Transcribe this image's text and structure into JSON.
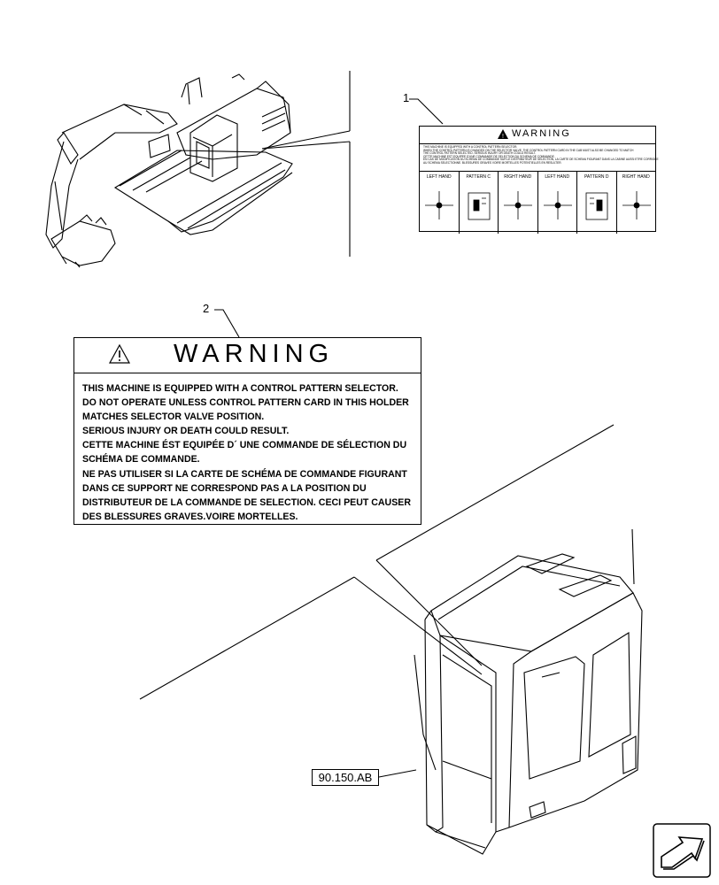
{
  "callouts": [
    {
      "number": "1"
    },
    {
      "number": "2"
    }
  ],
  "decal_1": {
    "title": "WARNING",
    "text_lines": [
      "THIS MACHINE IS EQUIPPED WITH A CONTROL PATTERN SELECTOR.",
      "WHEN THE CONTROL PATTERN IS CHANGED ON THE SELECTOR VALVE, THE CONTROL PATTERN CARD IN THE CAB MUST ALSO BE CHANGED TO MATCH",
      "THE CONTROL PATTERN SELECTED. SERIOUS INJURY OR DEATH COULD RESULT.",
      "CETTE MACHINE EST EQUIPEE D'UNE COMMANDE DE SELECTION DU SCHEMA DE COMMANDE.",
      "EN CAS DE MODIFICATION DU SCHEMA DE COMMANDE SUR LE DISTRIBUTEUR DE SELECTION, LA CARTE DE SCHEMA FIGURANT DANS LA CABINE AUSSI ETRE CORRIGEE",
      "AU SCHEMA SELECTIONNE. BLESSURES GRAVES VOIRE MORTELLES POTENTIELLES EN RESULTER."
    ],
    "patterns": [
      {
        "label": "LEFT HAND"
      },
      {
        "label": "PATTERN C"
      },
      {
        "label": "RIGHT HAND"
      },
      {
        "label": "LEFT HAND"
      },
      {
        "label": "PATTERN D"
      },
      {
        "label": "RIGHT HAND"
      }
    ]
  },
  "decal_2": {
    "title": "WARNING",
    "lines": [
      "THIS MACHINE IS EQUIPPED WITH A CONTROL PATTERN SELECTOR.",
      "DO NOT OPERATE UNLESS CONTROL PATTERN CARD IN THIS HOLDER",
      "MATCHES SELECTOR VALVE POSITION.",
      "SERIOUS INJURY OR DEATH COULD RESULT.",
      "CETTE MACHINE ÉST EQUIPÉE D´ UNE COMMANDE DE SÉLECTION DU",
      "SCHÉMA DE COMMANDE.",
      "NE PAS UTILISER SI LA CARTE DE SCHÉMA DE COMMANDE FIGURANT",
      "DANS CE SUPPORT NE CORRESPOND PAS A LA POSITION DU",
      "DISTRIBUTEUR DE LA COMMANDE DE SELECTION. CECI PEUT CAUSER",
      "DES BLESSURES GRAVES.VOIRE MORTELLES."
    ]
  },
  "reference": {
    "label": "90.150.AB"
  },
  "icons": {
    "warning": "warning-triangle-icon",
    "nav": "next-page-arrow-icon"
  }
}
